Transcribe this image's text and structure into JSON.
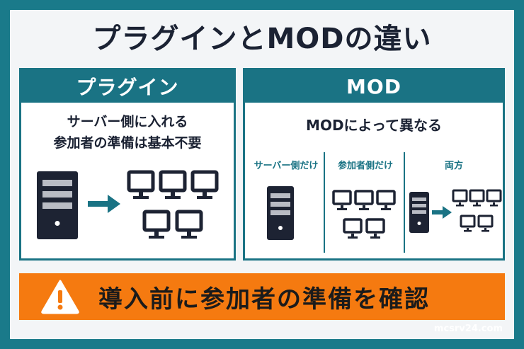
{
  "title": "プラグインとMODの違い",
  "left_panel": {
    "heading": "プラグイン",
    "desc_line1": "サーバー側に入れる",
    "desc_line2": "参加者の準備は基本不要"
  },
  "right_panel": {
    "heading": "MOD",
    "desc": "MODによって異なる",
    "columns": [
      "サーバー側だけ",
      "参加者側だけ",
      "両方"
    ]
  },
  "warning": {
    "text": "導入前に参加者の準備を確認",
    "icon": "warning-triangle-icon"
  },
  "site": "mcsrv24.com",
  "colors": {
    "teal": "#1a7384",
    "orange": "#f57a10",
    "navy": "#1d2333"
  }
}
